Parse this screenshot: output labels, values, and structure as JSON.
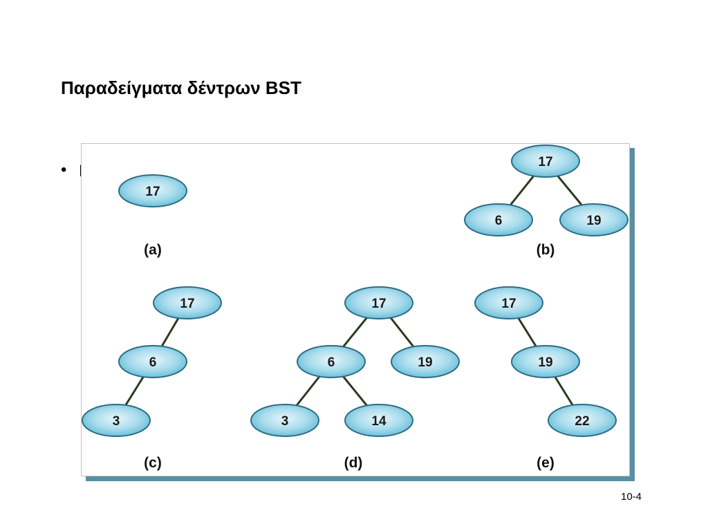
{
  "slide": {
    "title": "Παραδείγματα δέντρων BST",
    "bullet_symbol": "•",
    "bullet_text": "Π",
    "page_number": "10-4"
  },
  "colors": {
    "node_fill_center": "#e6f6fb",
    "node_fill_edge": "#5fb9d6",
    "node_stroke": "#2b6c83",
    "edge": "#2a3a1e",
    "shadow": "#5a8fa0"
  },
  "trees": [
    {
      "id": "a",
      "caption": "(a)",
      "nodes": [
        {
          "id": "a17",
          "label": "17"
        }
      ],
      "edges": []
    },
    {
      "id": "b",
      "caption": "(b)",
      "nodes": [
        {
          "id": "b17",
          "label": "17"
        },
        {
          "id": "b6",
          "label": "6"
        },
        {
          "id": "b19",
          "label": "19"
        }
      ],
      "edges": [
        [
          "b17",
          "b6"
        ],
        [
          "b17",
          "b19"
        ]
      ]
    },
    {
      "id": "c",
      "caption": "(c)",
      "nodes": [
        {
          "id": "c17",
          "label": "17"
        },
        {
          "id": "c6",
          "label": "6"
        },
        {
          "id": "c3",
          "label": "3"
        }
      ],
      "edges": [
        [
          "c17",
          "c6"
        ],
        [
          "c6",
          "c3"
        ]
      ]
    },
    {
      "id": "d",
      "caption": "(d)",
      "nodes": [
        {
          "id": "d17",
          "label": "17"
        },
        {
          "id": "d6",
          "label": "6"
        },
        {
          "id": "d19",
          "label": "19"
        },
        {
          "id": "d3",
          "label": "3"
        },
        {
          "id": "d14",
          "label": "14"
        }
      ],
      "edges": [
        [
          "d17",
          "d6"
        ],
        [
          "d17",
          "d19"
        ],
        [
          "d6",
          "d3"
        ],
        [
          "d6",
          "d14"
        ]
      ]
    },
    {
      "id": "e",
      "caption": "(e)",
      "nodes": [
        {
          "id": "e17",
          "label": "17"
        },
        {
          "id": "e19",
          "label": "19"
        },
        {
          "id": "e22",
          "label": "22"
        }
      ],
      "edges": [
        [
          "e17",
          "e19"
        ],
        [
          "e19",
          "e22"
        ]
      ]
    }
  ]
}
